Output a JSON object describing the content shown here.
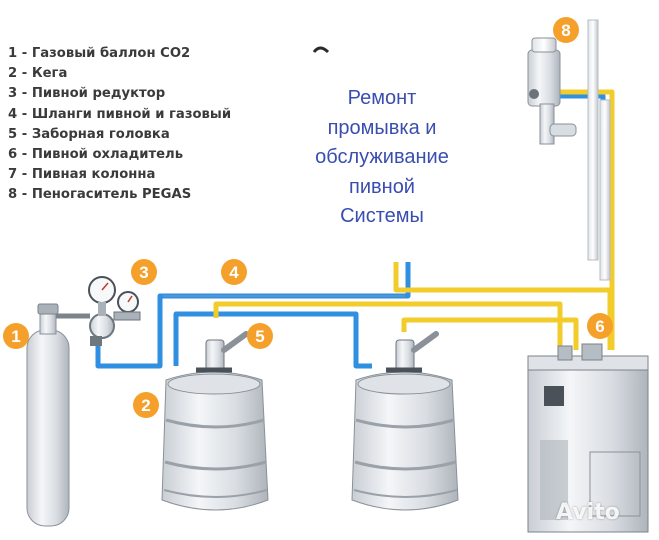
{
  "legend": [
    "1 - Газовый баллон СО2",
    "2 - Кега",
    "3 - Пивной редуктор",
    "4 - Шланги пивной и газовый",
    "5 - Заборная головка",
    "6 - Пивной охладитель",
    "7 - Пивная колонна",
    "8 - Пеногаситель PEGAS"
  ],
  "title_lines": [
    "Ремонт",
    "промывка и",
    "обслуживание",
    "пивной",
    "Системы"
  ],
  "badges": [
    "1",
    "2",
    "3",
    "4",
    "5",
    "6",
    "8"
  ],
  "watermark": "Avito",
  "colors": {
    "gas_line": "#2f8fe0",
    "beer_line": "#f2cc2a",
    "badge": "#f4a02a",
    "title": "#3a4eb0",
    "legend_text": "#3a3a3a"
  },
  "icons": [
    "co2-cylinder-icon",
    "pressure-regulator-icon",
    "keg-icon",
    "coupler-icon",
    "beer-cooler-icon",
    "beer-tower-icon",
    "foam-detector-icon"
  ]
}
